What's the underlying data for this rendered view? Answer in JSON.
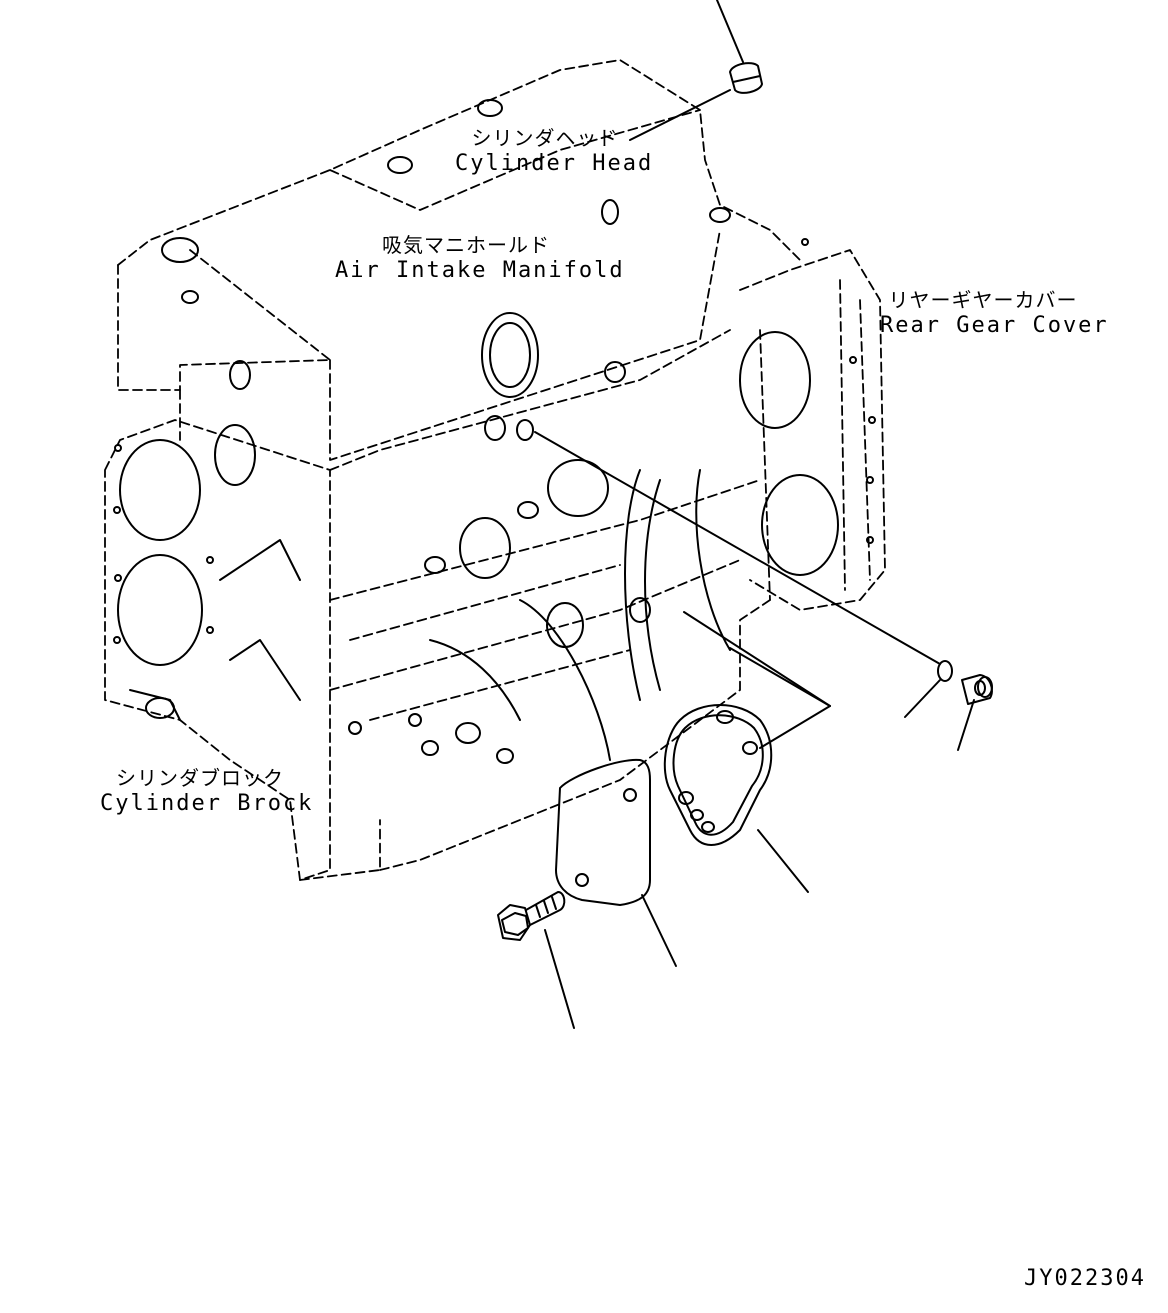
{
  "labels": {
    "cylinder_head": {
      "jp": "シリンダヘッド",
      "en": "Cylinder Head"
    },
    "intake_manifold": {
      "jp": "吸気マニホールド",
      "en": "Air Intake Manifold"
    },
    "rear_gear_cover": {
      "jp": "リヤーギヤーカバー",
      "en": "Rear Gear Cover"
    },
    "cylinder_block": {
      "jp": "シリンダブロック",
      "en": "Cylinder Brock"
    }
  },
  "drawing_code": "JY022304",
  "colors": {
    "line": "#000000",
    "background": "#ffffff"
  }
}
